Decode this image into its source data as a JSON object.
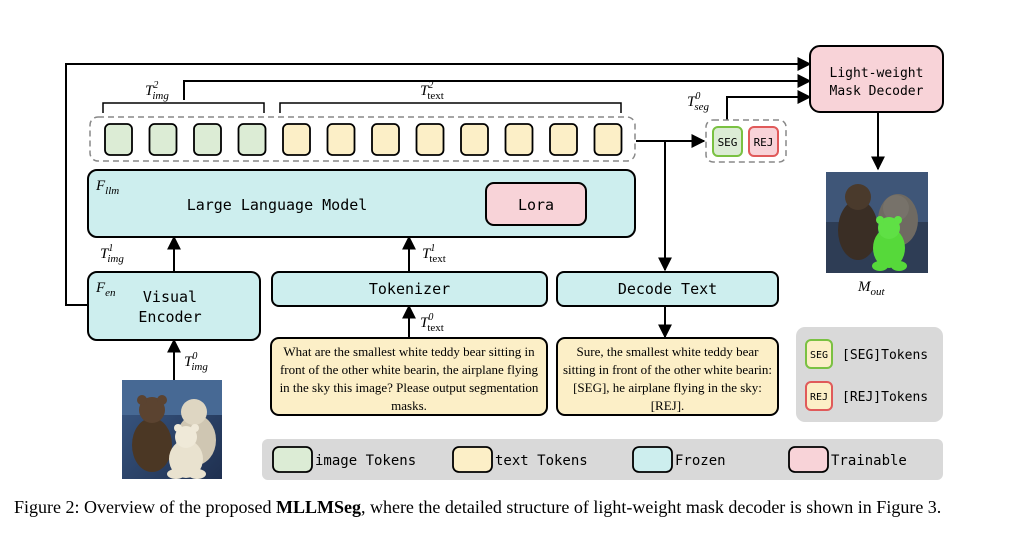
{
  "colors": {
    "image_token_fill": "#dcecd5",
    "text_token_fill": "#fcefc7",
    "frozen_fill": "#cdeeee",
    "trainable_fill": "#f8d3d8",
    "seg_border": "#7ac142",
    "rej_border": "#e05a5a",
    "legend_bg": "#d9d9d9"
  },
  "diagram": {
    "mask_decoder_label_1": "Light-weight",
    "mask_decoder_label_2": "Mask Decoder",
    "llm_label": "Large Language Model",
    "lora_label": "Lora",
    "visual_encoder_label_1": "Visual",
    "visual_encoder_label_2": "Encoder",
    "tokenizer_label": "Tokenizer",
    "decode_text_label": "Decode Text",
    "seg_token": "SEG",
    "rej_token": "REJ",
    "image_token_count": 4,
    "text_token_count": 8,
    "math": {
      "t_img_2": {
        "base": "T",
        "sup": "2",
        "sub": "img"
      },
      "t_text_2": {
        "base": "T",
        "sup": "2",
        "sub": "text"
      },
      "t_seg_0": {
        "base": "T",
        "sup": "0",
        "sub": "seg"
      },
      "f_llm": {
        "base": "F",
        "sub": "llm"
      },
      "t_img_1": {
        "base": "T",
        "sup": "1",
        "sub": "img"
      },
      "t_text_1": {
        "base": "T",
        "sup": "1",
        "sub": "text"
      },
      "f_en": {
        "base": "F",
        "sub": "en"
      },
      "t_text_0": {
        "base": "T",
        "sup": "0",
        "sub": "text"
      },
      "t_img_0": {
        "base": "T",
        "sup": "0",
        "sub": "img"
      },
      "m_out": {
        "base": "M",
        "sub": "out"
      }
    },
    "input_prompt_text": "What are the smallest white teddy bear sitting in front of the other white bearin, the airplane flying in the sky this image? Please output segmentation masks.",
    "output_text": "Sure, the smallest white teddy bear sitting in front of the other white bearin:[SEG], he airplane flying in the sky:[REJ]."
  },
  "token_legend": {
    "seg_label": "[SEG]Tokens",
    "rej_label": "[REJ]Tokens"
  },
  "legend": {
    "image_tokens": "image Tokens",
    "text_tokens": "text Tokens",
    "frozen": "Frozen",
    "trainable": "Trainable"
  },
  "caption": {
    "prefix": "Figure 2: Overview of the proposed ",
    "model_name": "MLLMSeg",
    "suffix": ", where the detailed structure of light-weight mask decoder is shown in Figure 3."
  }
}
